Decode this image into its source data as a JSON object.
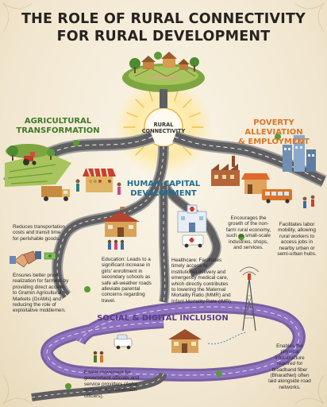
{
  "title": {
    "line1": "THE ROLE OF RURAL CONNECTIVITY",
    "line2": "FOR RURAL DEVELOPMENT"
  },
  "center": {
    "line1": "RURAL",
    "line2": "CONNECTIVITY"
  },
  "sections": {
    "agri": {
      "line1": "AGRICULTURAL",
      "line2": "TRANSFORMATION",
      "color": "#3f7a25"
    },
    "poverty": {
      "line1": "POVERTY ALLEVIATION",
      "line2": "& EMPLOYMENT",
      "color": "#d9772a"
    },
    "human": {
      "line1": "HUMAN CAPITAL",
      "line2": "DEVELOPMENT",
      "color": "#1f6d8f"
    },
    "social": {
      "line1": "SOCIAL & DIGITAL INCLUSION",
      "color": "#5b3d8a"
    }
  },
  "notes": {
    "transport": [
      "Reduces transportation",
      "costs and transit time",
      "for perishable goods."
    ],
    "price": [
      "Ensures better price",
      "realization for farmers by",
      "providing direct access",
      "to Gramin Agricultural",
      "Markets (GrAMs) and",
      "reducing the role of",
      "exploitative middlemen."
    ],
    "nonfarm": [
      "Encourages the",
      "growth of the non-",
      "farm rural economy,",
      "such as small-scale",
      "industries, shops,",
      "and services."
    ],
    "mobility": [
      "Facilitates labor",
      "mobility, allowing",
      "rural workers to",
      "access jobs in",
      "nearby urban or",
      "semi-urban hubs."
    ],
    "education": [
      "Education: Leads to a",
      "significant increase in",
      "girls' enrollment in",
      "secondary schools as",
      "safe all-weather roads",
      "alleviate parental",
      "concerns regarding",
      "travel."
    ],
    "healthcare": [
      "Healthcare: Facilitates",
      "timely access to",
      "institutional delivery and",
      "emergency medical care,",
      "which directly contributes",
      "to lowering the Maternal",
      "Mortality Ratio (MMR) and",
      "Infant Mortality Rate (IMR)."
    ],
    "officials": [
      "Easier movement for",
      "government officials and",
      "service providers (Asha",
      "workers, Agri-extension",
      "officers)."
    ],
    "broadband": [
      "Enables the",
      "physical",
      "infrastructure",
      "required for",
      "broadband fiber",
      "(BharatNet) often",
      "laid alongside road",
      "networks."
    ]
  },
  "colors": {
    "road": "#5f5e61",
    "road_edge": "#a8a7a7",
    "grass": "#88b04b",
    "sun": "#f7c948",
    "sky_glow": "#fff3c4"
  },
  "icons": [
    "village-icon",
    "tractor-icon",
    "truck-icon",
    "market-stall-icon",
    "handshake-icon",
    "money-icon",
    "factory-icon",
    "city-icon",
    "bus-icon",
    "school-icon",
    "hospital-icon",
    "ambulance-icon",
    "car-icon",
    "tower-icon",
    "house-icon"
  ]
}
